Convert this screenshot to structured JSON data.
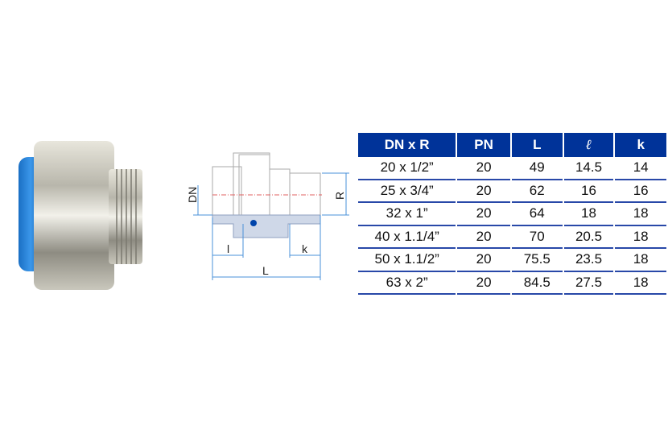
{
  "diagram": {
    "labels": {
      "dn": "DN",
      "r": "R",
      "l_small": "l",
      "k": "k",
      "l_total": "L"
    }
  },
  "table": {
    "headers": [
      "DN x R",
      "PN",
      "L",
      "ℓ",
      "k"
    ],
    "rows": [
      [
        "20 x 1/2”",
        "20",
        "49",
        "14.5",
        "14"
      ],
      [
        "25 x 3/4”",
        "20",
        "62",
        "16",
        "16"
      ],
      [
        "32 x 1”",
        "20",
        "64",
        "18",
        "18"
      ],
      [
        "40 x 1.1/4”",
        "20",
        "70",
        "20.5",
        "18"
      ],
      [
        "50 x 1.1/2”",
        "20",
        "75.5",
        "23.5",
        "18"
      ],
      [
        "63 x 2”",
        "20",
        "84.5",
        "27.5",
        "18"
      ]
    ]
  },
  "colors": {
    "header": "#003399",
    "accent_blue": "#1e7fd6"
  }
}
